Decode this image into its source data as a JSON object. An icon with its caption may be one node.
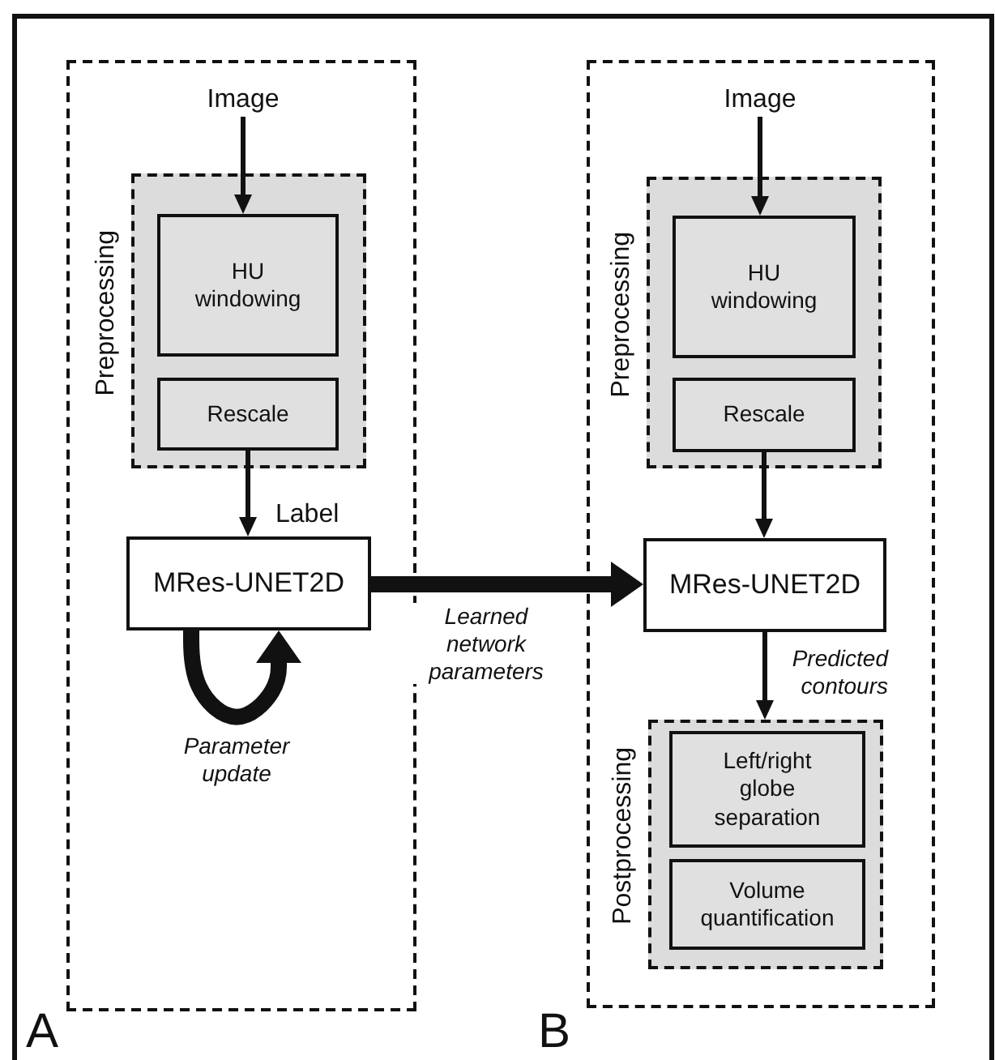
{
  "diagram": {
    "nodes": [
      {
        "text": [],
        "shape": "box"
      },
      {
        "text": [
          "Image"
        ],
        "in": 0
      },
      {
        "text": [
          "Preprocessing"
        ],
        "in": 0
      },
      {
        "text": [
          "HU windowing"
        ],
        "in": 2
      },
      {
        "text": [
          "Rescale"
        ],
        "in": 2
      },
      {
        "text": [
          "MRes-UNET2D"
        ],
        "in": 0
      },
      {
        "text": [],
        "shape": "box"
      },
      {
        "text": [
          "Image"
        ],
        "in": 6
      },
      {
        "text": [
          "Preprocessing"
        ],
        "in": 6
      },
      {
        "text": [
          "HU windowing"
        ],
        "in": 8
      },
      {
        "text": [
          "Rescale"
        ],
        "in": 8
      },
      {
        "text": [
          "MRes-UNET2D"
        ],
        "in": 6
      },
      {
        "text": [
          "Postprocessing"
        ],
        "in": 6
      },
      {
        "text": [
          "Left/right globe separation"
        ],
        "in": 12
      },
      {
        "text": [
          "Volume quantification"
        ],
        "in": 12
      }
    ],
    "edges": [
      {
        "from": 1,
        "to": 3,
        "arrow": "to"
      },
      {
        "from": 4,
        "to": 5,
        "arrow": "to",
        "label": "Label"
      },
      {
        "from": 5,
        "to": 5,
        "arrow": "to",
        "label": "Parameter update",
        "style": "thick"
      },
      {
        "from": 5,
        "to": 11,
        "arrow": "to",
        "label": "Learned network parameters",
        "style": "thick"
      },
      {
        "from": 7,
        "to": 9,
        "arrow": "to"
      },
      {
        "from": 10,
        "to": 11,
        "arrow": "to"
      },
      {
        "from": 11,
        "to": 12,
        "arrow": "to",
        "label": "Predicted contours"
      }
    ],
    "labels": [
      "A",
      "B"
    ]
  }
}
